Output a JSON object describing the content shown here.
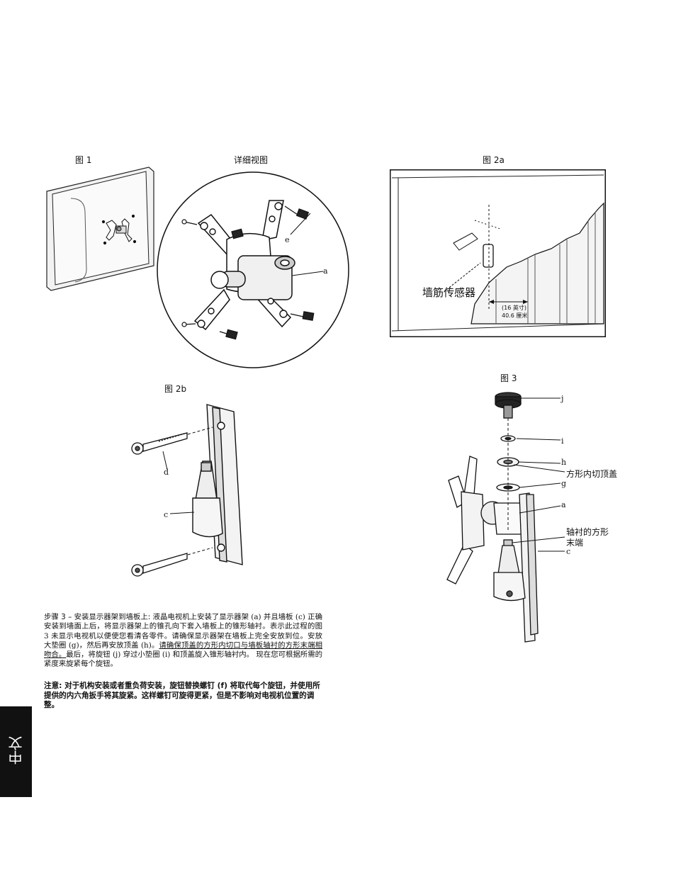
{
  "figures": {
    "fig1_caption": "图 1",
    "detail_caption": "详细视图",
    "fig2a_caption": "图 2a",
    "fig2b_caption": "图 2b",
    "fig3_caption": "图 3"
  },
  "detail_labels": {
    "e": "e",
    "a": "a"
  },
  "fig2a_labels": {
    "stud_sensor": "墙筋传感器",
    "dim_in": "(16 英寸)",
    "dim_cm": "40.6 厘米"
  },
  "fig2b_labels": {
    "d": "d",
    "c": "c"
  },
  "fig3_labels": {
    "j": "j",
    "i": "i",
    "h": "h",
    "cap_label": "方形内切顶盖",
    "g": "g",
    "a": "a",
    "bushing_line1": "轴衬的方形",
    "bushing_line2": "末端",
    "c": "c"
  },
  "step3": {
    "heading": "步骤 3 – 安装显示器架到墙板上:",
    "body_plain": "液晶电视机上安装了显示器架 (a) 并且墙板 (c) 正确安装到墙面上后，将显示器架上的锥孔向下套入墙板上的锥形轴衬。表示此过程的图 3 未显示电视机以便使您看清各零件。请确保显示器架在墙板上完全安放到位。安放大垫圈 (g)，然后再安放顶盖 (h)。",
    "body_underlined": "请确保顶盖的方形内切口与墙板轴衬的方形末端相吻合。",
    "body_end": "最后，将旋钮 (j) 穿过小垫圈 (i) 和顶盖旋入锥形轴衬内。 现在您可根据所需的紧度来旋紧每个旋钮。"
  },
  "note": "注意: 对于机构安装或者重负荷安装，旋钮替换螺钉 (f) 将取代每个旋钮，并使用所提供的内六角扳手将其旋紧。这样螺钉可旋得更紧，但是不影响对电视机位置的调整。",
  "side_tab": "中文"
}
